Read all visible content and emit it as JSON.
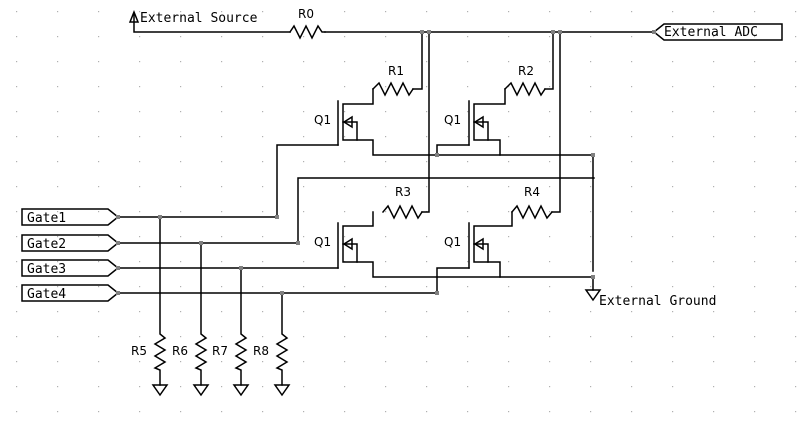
{
  "source": {
    "label": "External Source"
  },
  "adc": {
    "label": "External ADC"
  },
  "ground": {
    "label": "External Ground"
  },
  "resistors": {
    "r0": "R0",
    "r1": "R1",
    "r2": "R2",
    "r3": "R3",
    "r4": "R4",
    "r5": "R5",
    "r6": "R6",
    "r7": "R7",
    "r8": "R8"
  },
  "transistors": {
    "q_tl": "Q1",
    "q_tr": "Q1",
    "q_bl": "Q1",
    "q_br": "Q1"
  },
  "gates": [
    "Gate1",
    "Gate2",
    "Gate3",
    "Gate4"
  ],
  "colors": {
    "wire": "#000000",
    "junction": "#808080",
    "grid": "#b0b0b0"
  }
}
